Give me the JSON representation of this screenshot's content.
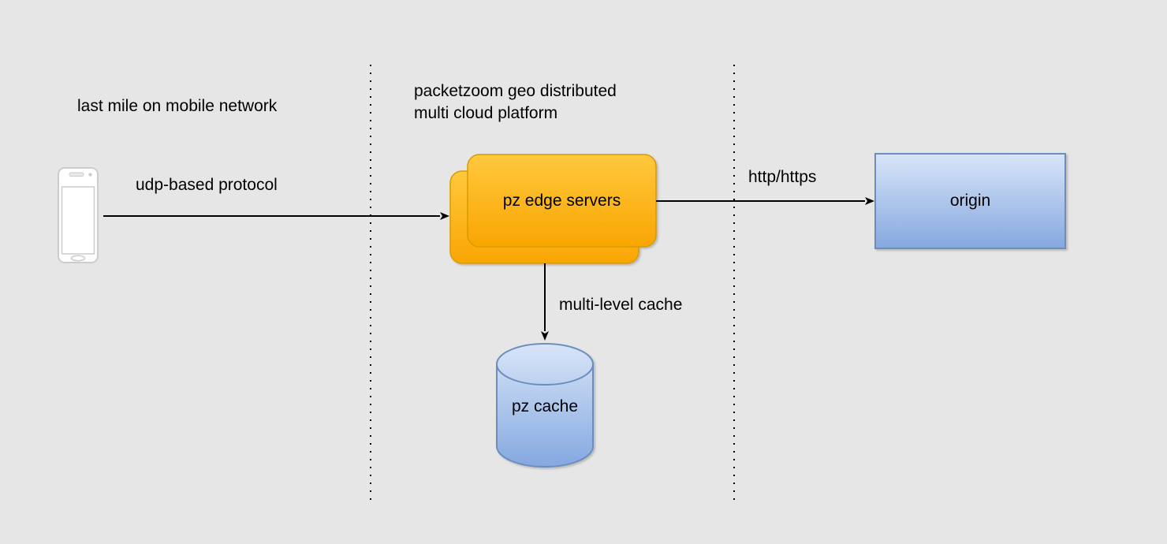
{
  "colors": {
    "background": "#e6e6e6",
    "line": "#000000",
    "orange_top": "#ffc83d",
    "orange_bottom": "#f9a602",
    "orange_border": "#d79b00",
    "blue_top": "#d8e5f8",
    "blue_bottom": "#85a8e0",
    "blue_border": "#6c8ebf",
    "phone_outline": "#cccccc"
  },
  "zones": {
    "left_label": "last mile on mobile network",
    "middle_label_line1": "packetzoom geo distributed",
    "middle_label_line2": "multi cloud platform"
  },
  "nodes": {
    "edge_servers": {
      "label": "pz edge servers"
    },
    "origin": {
      "label": "origin"
    },
    "pz_cache": {
      "label": "pz cache"
    }
  },
  "edges": {
    "udp": {
      "label": "udp-based protocol"
    },
    "http": {
      "label": "http/https"
    },
    "multi_level_cache": {
      "label": "multi-level cache"
    }
  },
  "icons": {
    "phone": "smartphone-icon"
  }
}
